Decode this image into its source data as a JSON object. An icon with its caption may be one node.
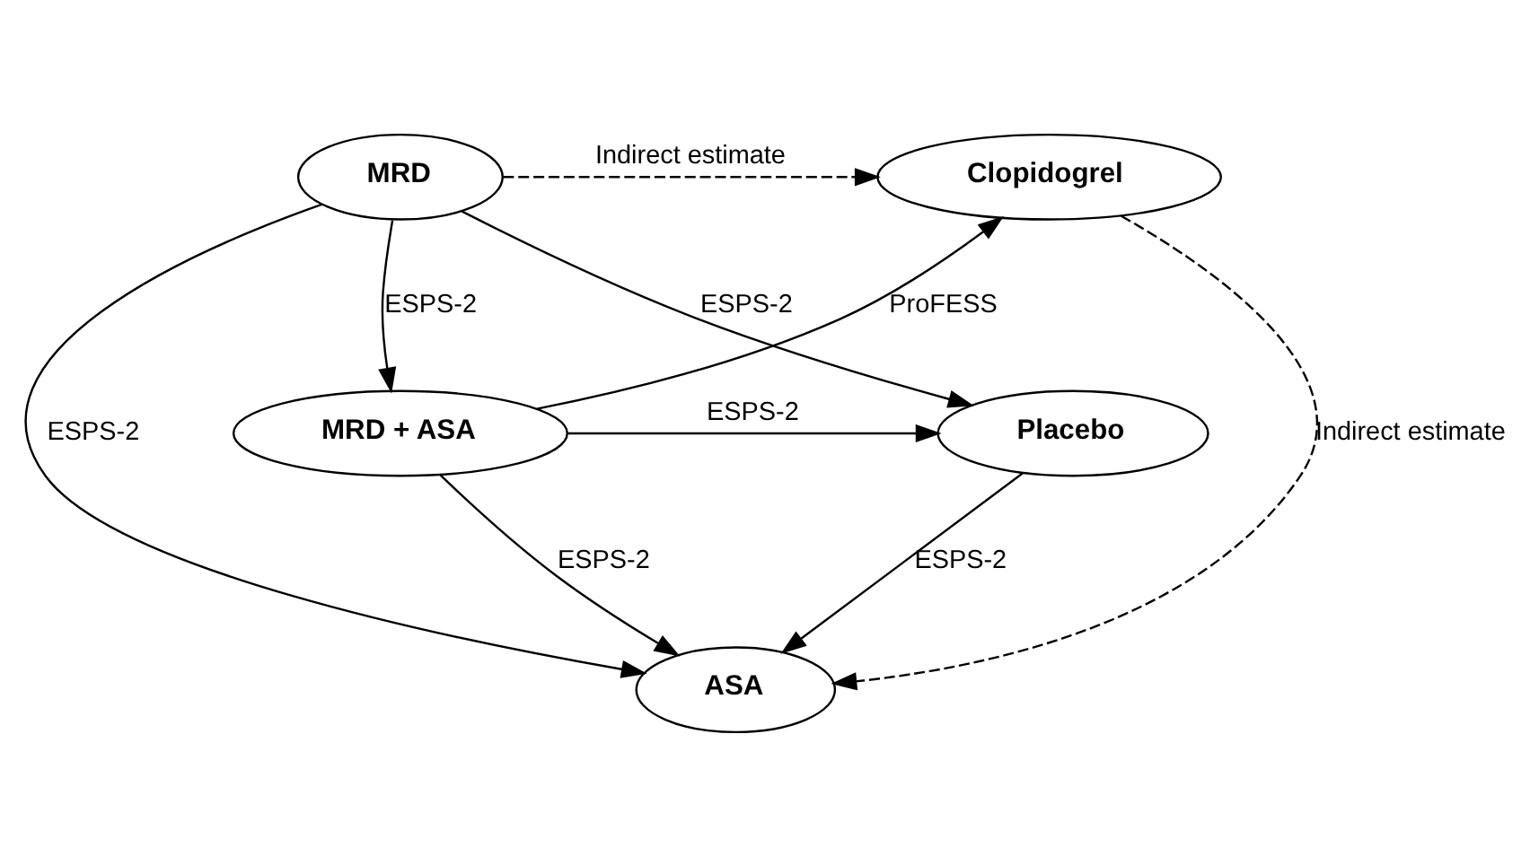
{
  "diagram": {
    "nodes": [
      {
        "text": [
          "Clopidogrel"
        ]
      },
      {
        "text": [
          "MRD"
        ]
      },
      {
        "text": [
          "ASA"
        ]
      },
      {
        "text": [
          "MRD + ASA"
        ]
      },
      {
        "text": [
          "Placebo"
        ]
      }
    ],
    "edges": [
      {
        "from": 1,
        "to": 0,
        "arrow": "to",
        "label": "Indirect estimate",
        "style": "dashed"
      },
      {
        "from": 0,
        "to": 2,
        "arrow": "to",
        "label": "Indirect estimate",
        "style": "dashed"
      },
      {
        "from": 1,
        "to": 2,
        "arrow": "to",
        "label": "ESPS-2"
      },
      {
        "from": 1,
        "to": 4,
        "arrow": "to",
        "label": "ESPS-2"
      },
      {
        "from": 3,
        "to": 0,
        "arrow": "to",
        "label": "ProFESS"
      },
      {
        "from": 3,
        "to": 2,
        "arrow": "to",
        "label": "ESPS-2"
      },
      {
        "from": 4,
        "to": 2,
        "arrow": "to",
        "label": "ESPS-2"
      },
      {
        "from": 3,
        "to": 4,
        "arrow": "to",
        "label": "ESPS-2"
      },
      {
        "from": 1,
        "to": 3,
        "arrow": "to",
        "label": "ESPS-2"
      }
    ]
  }
}
